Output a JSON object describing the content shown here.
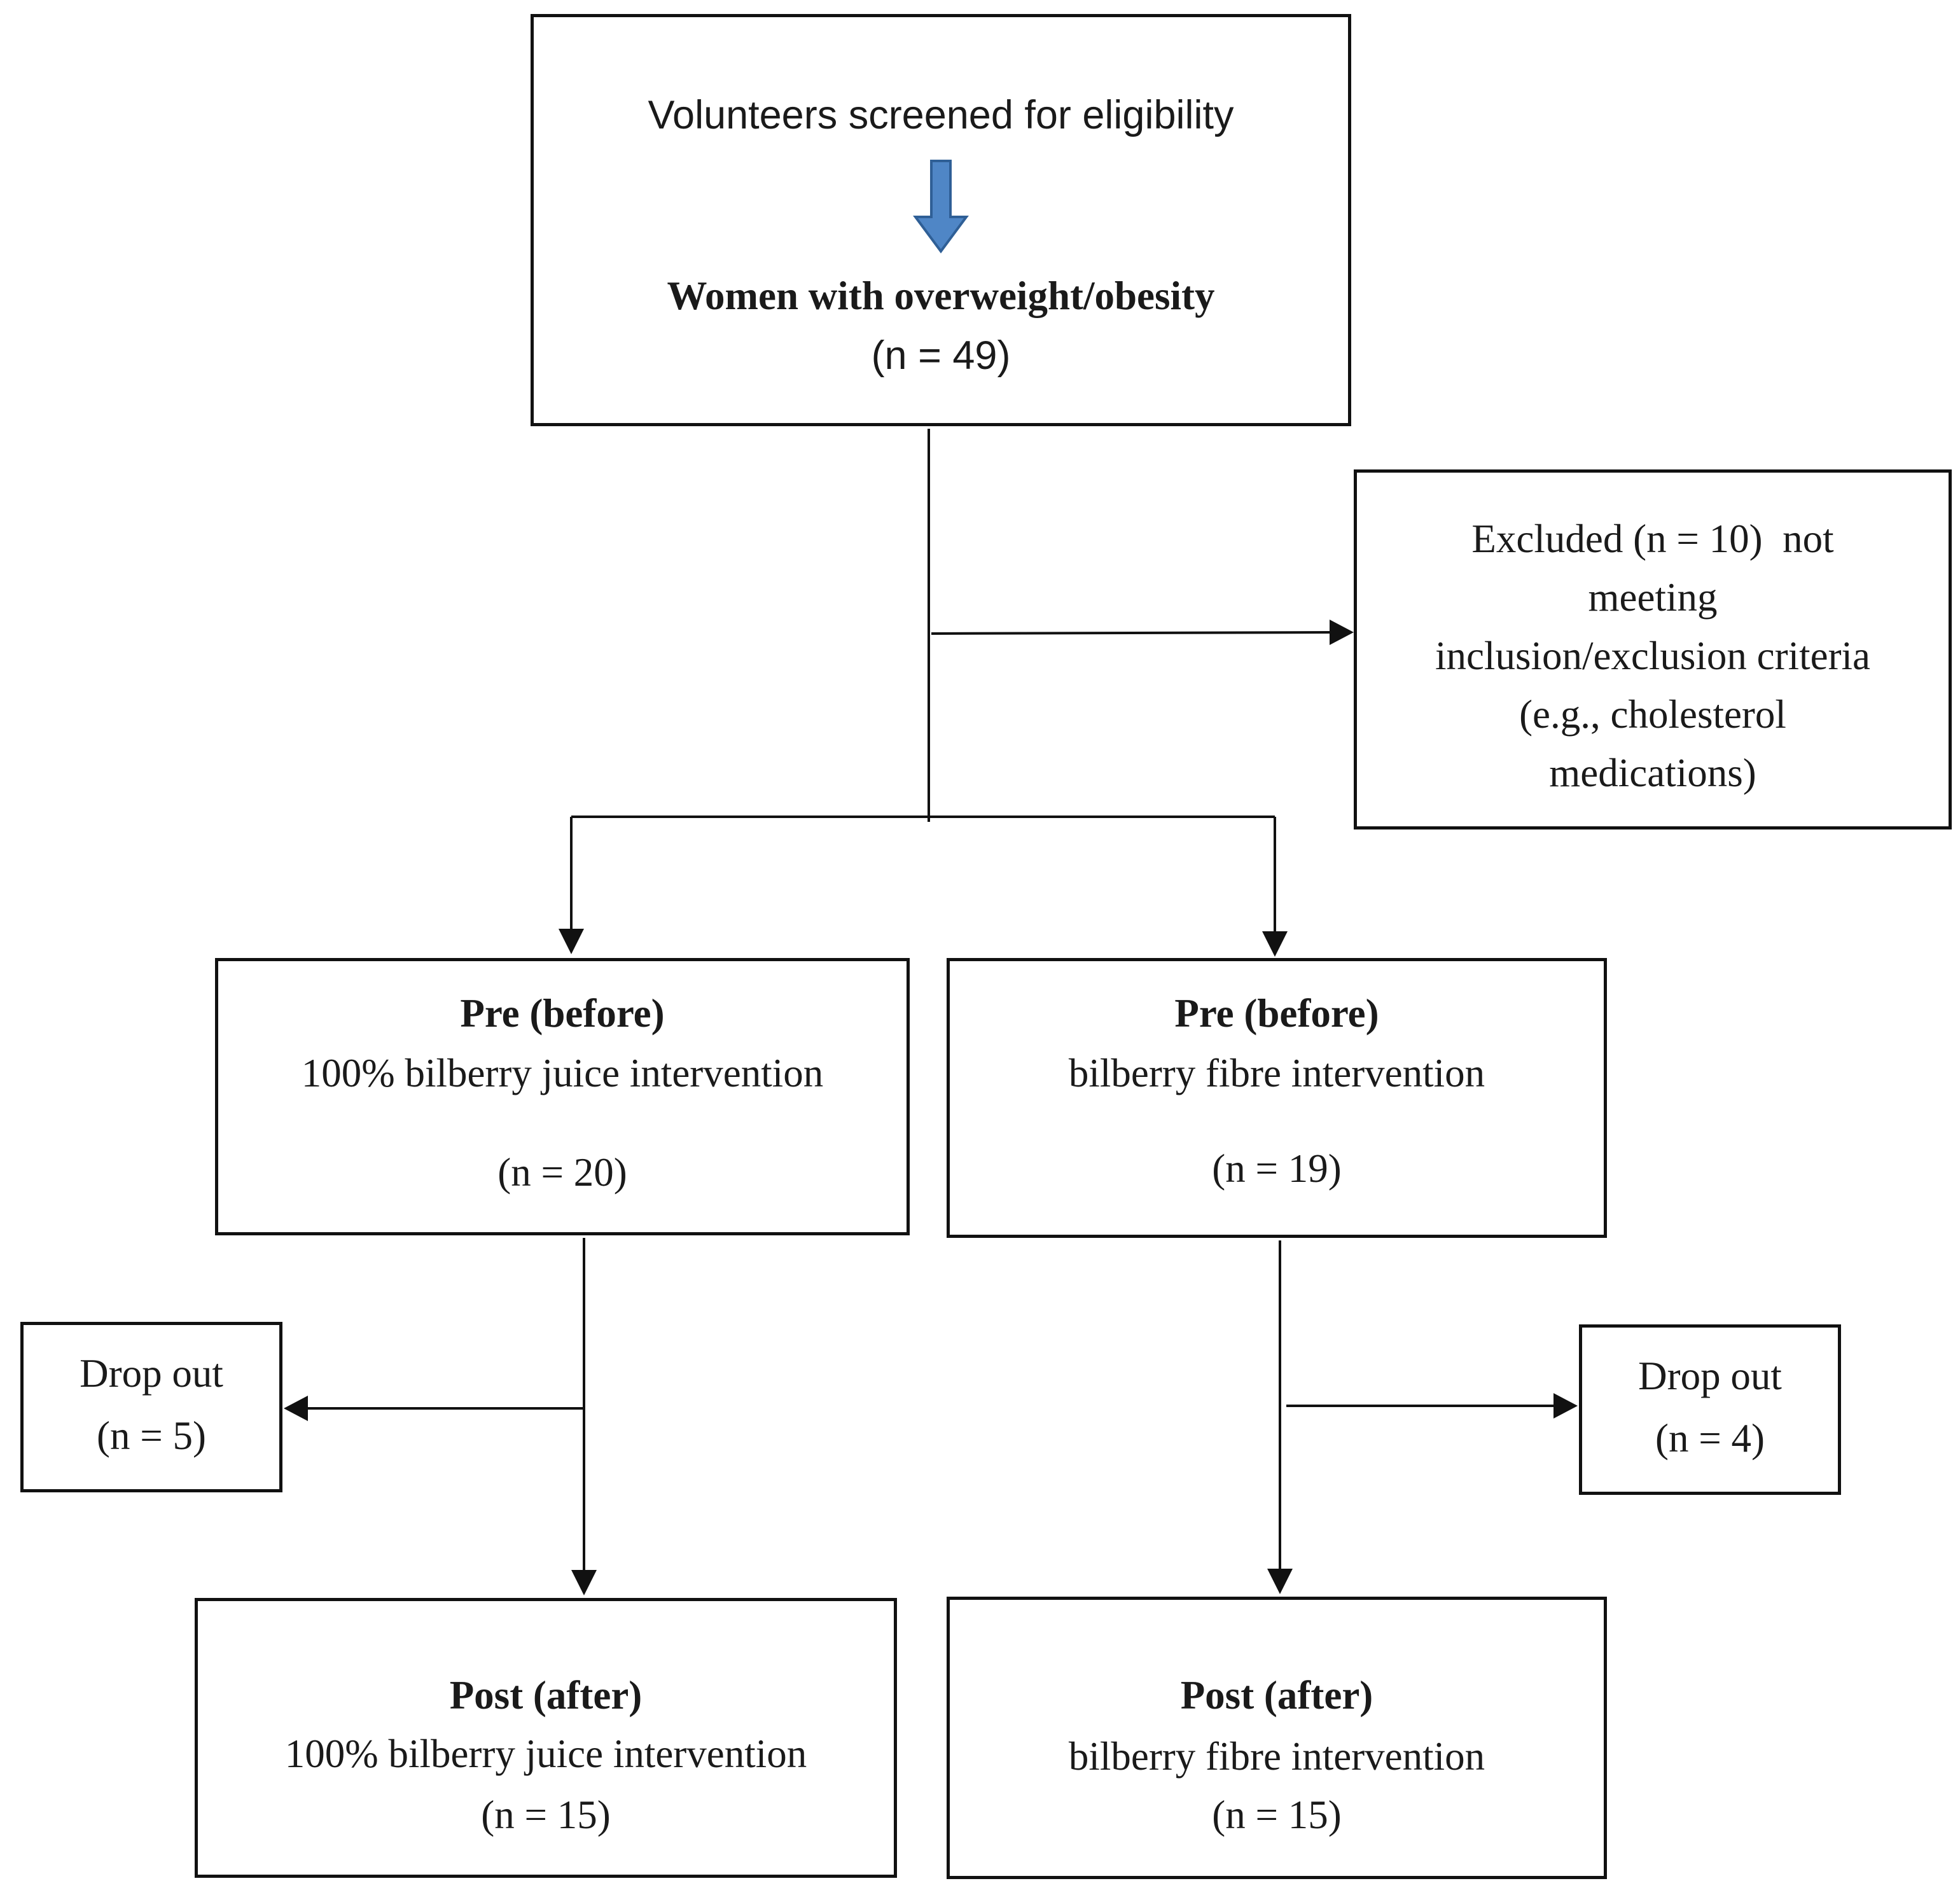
{
  "boxes": {
    "screening": {
      "line1": "Volunteers screened for eligibility",
      "line2": "Women with overweight/obesity",
      "line3": "(n = 49)"
    },
    "excluded": {
      "text": "Excluded (n = 10)  not meeting inclusion/exclusion criteria (e.g., cholesterol medications)"
    },
    "pre_juice": {
      "title": "Pre (before)",
      "subtitle": "100% bilberry juice intervention",
      "n": "(n = 20)"
    },
    "pre_fibre": {
      "title": "Pre (before)",
      "subtitle": "bilberry fibre intervention",
      "n": "(n = 19)"
    },
    "dropout_juice": {
      "title": "Drop out",
      "n": "(n = 5)"
    },
    "dropout_fibre": {
      "title": "Drop out",
      "n": "(n = 4)"
    },
    "post_juice": {
      "title": "Post (after)",
      "subtitle": "100% bilberry juice intervention",
      "n": "(n = 15)"
    },
    "post_fibre": {
      "title": "Post (after)",
      "subtitle": "bilberry fibre intervention",
      "n": "(n = 15)"
    }
  },
  "colors": {
    "line": "#111111",
    "big_arrow_fill": "#4f86c6",
    "big_arrow_stroke": "#2f5f96"
  },
  "icons": {
    "big_arrow": "down-arrow-icon"
  }
}
